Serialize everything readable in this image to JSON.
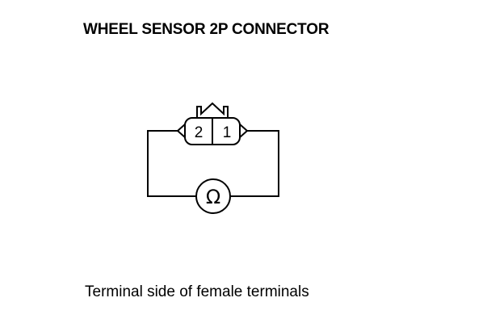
{
  "title": "WHEEL SENSOR 2P CONNECTOR",
  "caption": "Terminal side of female terminals",
  "connector": {
    "terminals": [
      "2",
      "1"
    ]
  },
  "meter": {
    "symbol": "Ω",
    "icon": "ohmmeter-icon"
  },
  "colors": {
    "ink": "#000000",
    "background": "#ffffff"
  }
}
